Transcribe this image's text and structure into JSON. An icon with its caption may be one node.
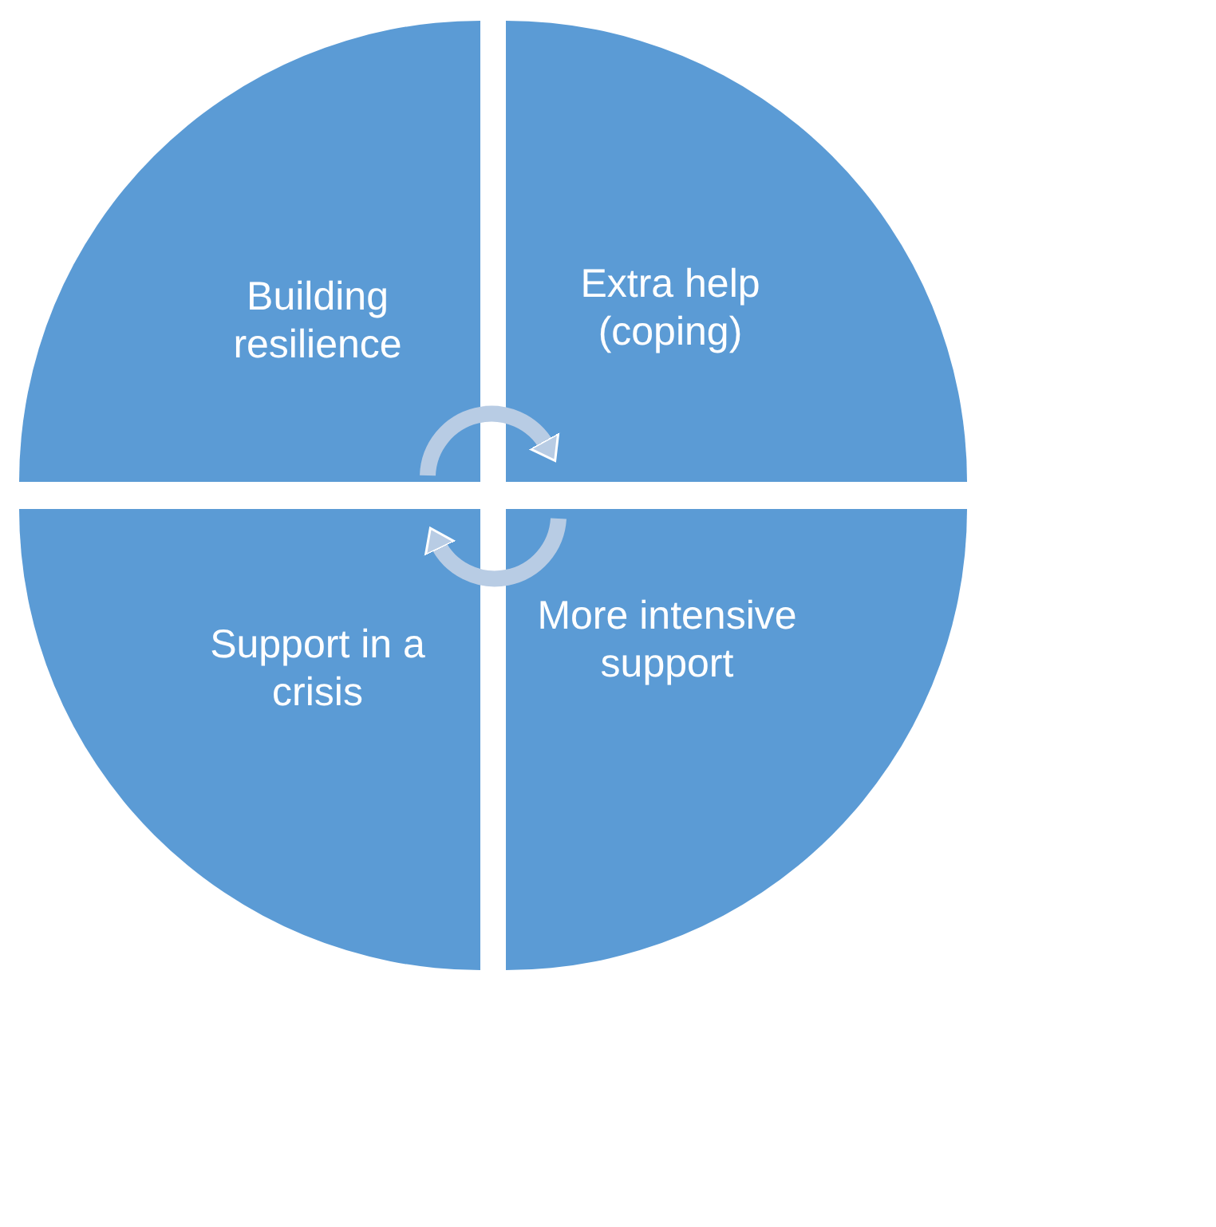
{
  "diagram": {
    "nodes": [
      {
        "text": [
          "Building resilience"
        ]
      },
      {
        "text": [
          "Extra help (coping)"
        ]
      },
      {
        "text": [
          "Support in a crisis"
        ]
      },
      {
        "text": [
          "More intensive support"
        ]
      }
    ],
    "edges": [
      {
        "from": 0,
        "to": 1,
        "arrow": "to"
      },
      {
        "from": 3,
        "to": 2,
        "arrow": "to"
      }
    ]
  }
}
